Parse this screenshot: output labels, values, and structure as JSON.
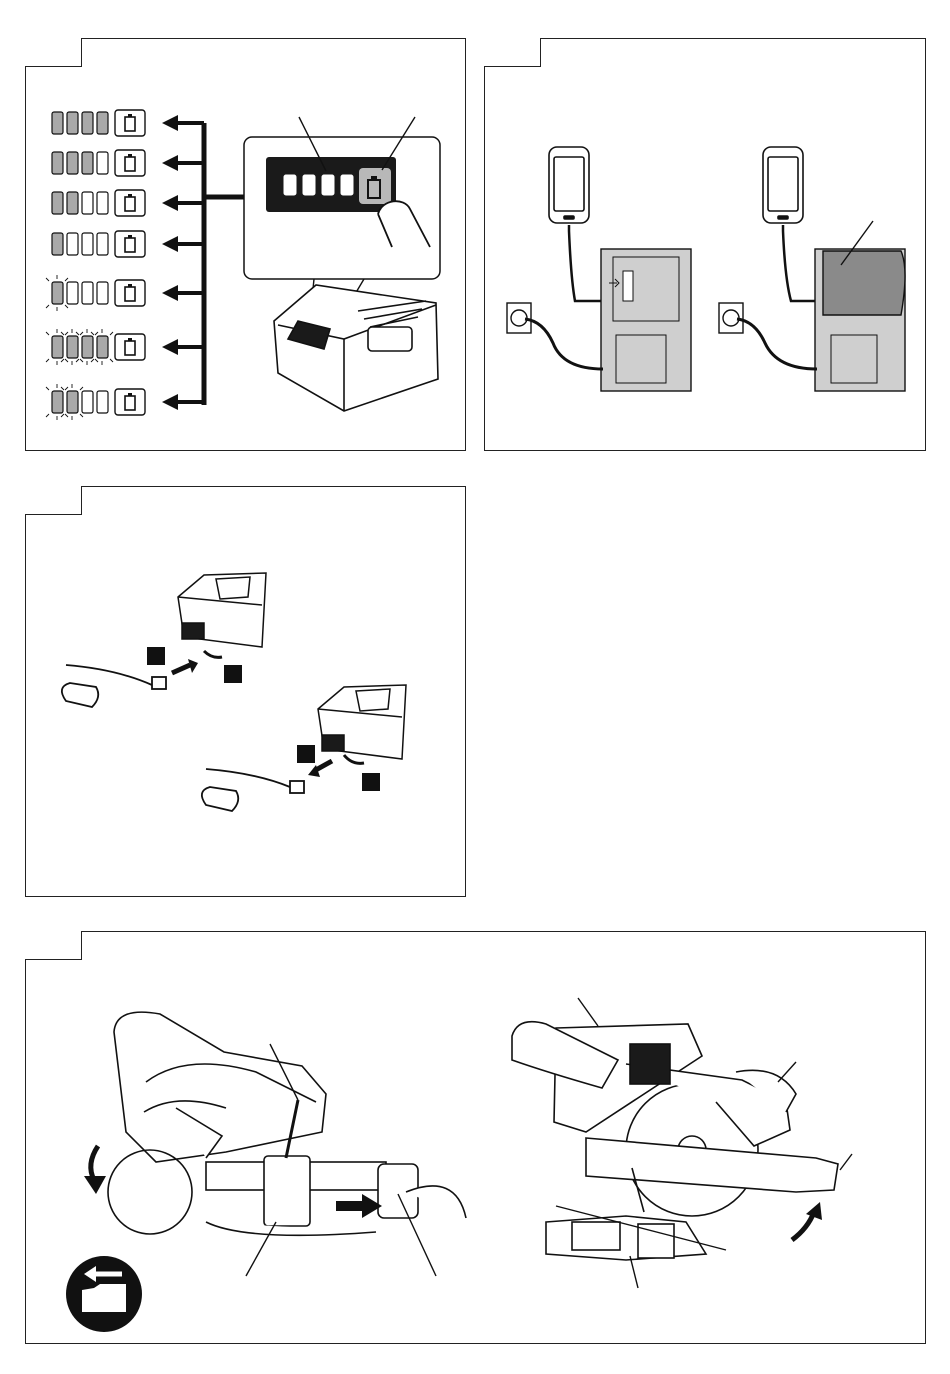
{
  "page": {
    "figures": [
      {
        "id": "fig-battery-indicator",
        "label": ""
      },
      {
        "id": "fig-usb-charging",
        "label": ""
      },
      {
        "id": "fig-cord-connection",
        "label": ""
      },
      {
        "id": "fig-saw-transport",
        "label": ""
      }
    ],
    "battery_indicator": {
      "levels": [
        {
          "lit": 4,
          "blink": 0
        },
        {
          "lit": 3,
          "blink": 0
        },
        {
          "lit": 2,
          "blink": 0
        },
        {
          "lit": 1,
          "blink": 0
        },
        {
          "lit": 0,
          "blink": 1
        },
        {
          "lit": 0,
          "blink": 4
        },
        {
          "lit": 0,
          "blink": 2
        }
      ]
    },
    "icons": [
      "battery-icon",
      "arrow-left-icon",
      "smartphone-icon",
      "wall-socket-icon",
      "charger-icon",
      "cable-plug-icon",
      "miter-saw-icon",
      "transport-lock-icon"
    ],
    "colors": {
      "line": "#111111",
      "panel_gray": "#cfcfcf",
      "led_gray": "#a9a9a9",
      "dark": "#1a1a1a"
    }
  }
}
